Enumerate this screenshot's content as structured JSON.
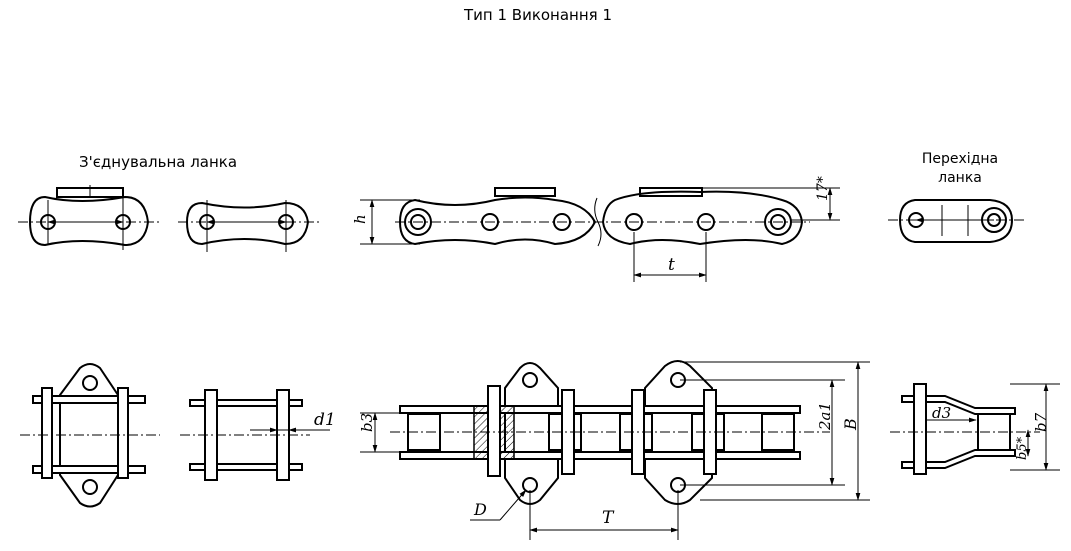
{
  "title": "Тип 1 Виконання 1",
  "connecting_link_label": "З'єднувальна ланка",
  "transition_link_label": [
    "Перехідна",
    "ланка"
  ],
  "dimensions": {
    "h": "h",
    "t": "t",
    "t_star": "17*",
    "d1": "d1",
    "b3": "b3",
    "two_a1": "2a1",
    "B": "B",
    "D": "D",
    "T": "T",
    "d3": "d3",
    "b7": "b7",
    "b5": "b5*"
  }
}
